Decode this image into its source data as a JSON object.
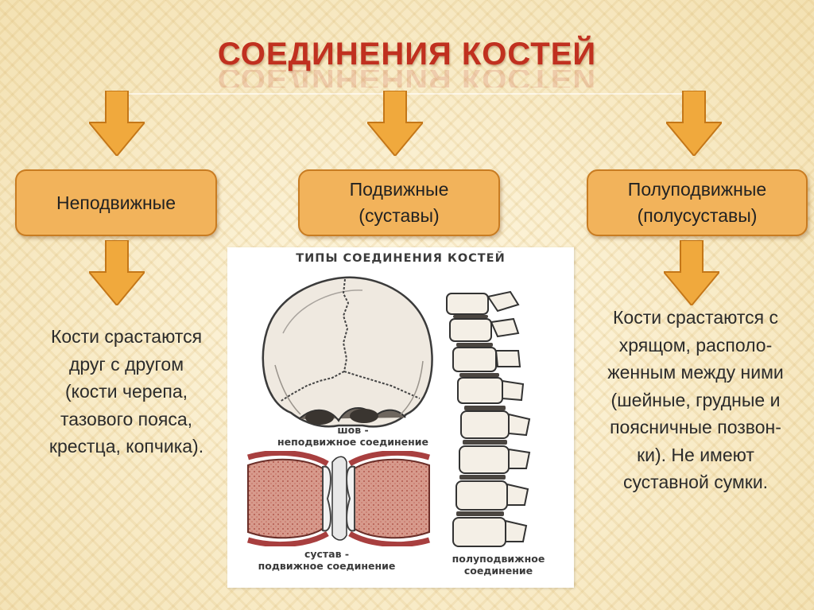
{
  "title": "СОЕДИНЕНИЯ КОСТЕЙ",
  "accent_color": "#f2b35b",
  "title_color": "#c0301f",
  "categories": [
    {
      "line1": "Неподвижные",
      "line2": ""
    },
    {
      "line1": "Подвижные",
      "line2": "(суставы)"
    },
    {
      "line1": "Полуподвижные",
      "line2": "(полусуставы)"
    }
  ],
  "descriptions": {
    "immovable": [
      "Кости срастаются",
      "друг с другом",
      "(кости черепа,",
      "тазового пояса,",
      "крестца, копчика)."
    ],
    "semimovable": [
      "Кости срастаются с",
      "хрящом, располо-",
      "женным между ними",
      "(шейные, грудные и",
      "поясничные позвон-",
      "ки). Не имеют",
      "суставной сумки."
    ]
  },
  "figure": {
    "heading": "ТИПЫ СОЕДИНЕНИЯ КОСТЕЙ",
    "suture_label": [
      "шов -",
      "неподвижное соединение"
    ],
    "joint_label": [
      "сустав -",
      "подвижное соединение"
    ],
    "semi_label": [
      "полуподвижное",
      "соединение"
    ]
  }
}
